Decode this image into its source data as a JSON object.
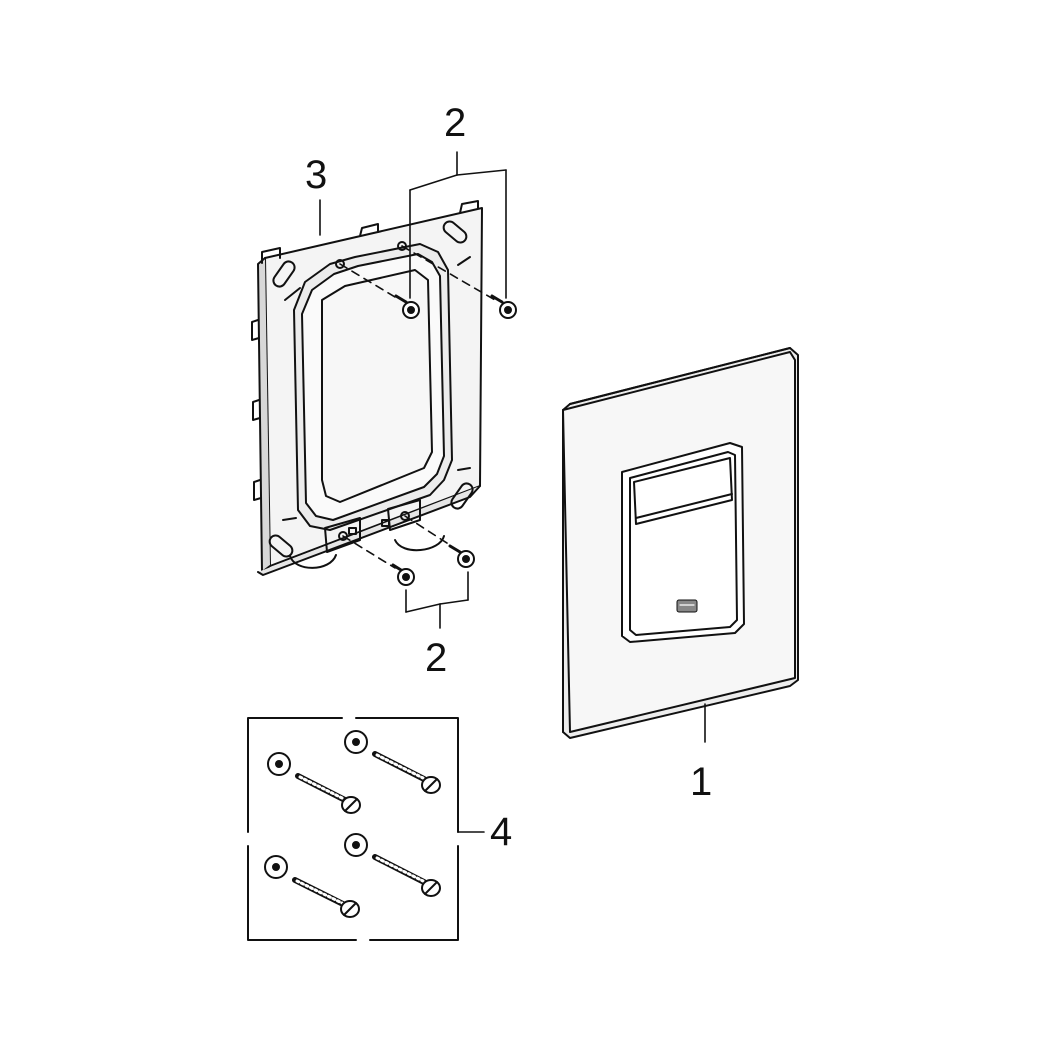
{
  "callouts": {
    "plate": "1",
    "screws_top": "2",
    "screws_bottom": "2",
    "frame": "3",
    "fixing_set": "4"
  },
  "colors": {
    "line": "#111111",
    "part_fill": "#f2f2f2",
    "dark_fill": "#3a3a3a"
  },
  "icons": [
    "flush-plate",
    "mounting-frame",
    "machine-screw",
    "wall-plug",
    "wood-screw",
    "logo-badge"
  ]
}
